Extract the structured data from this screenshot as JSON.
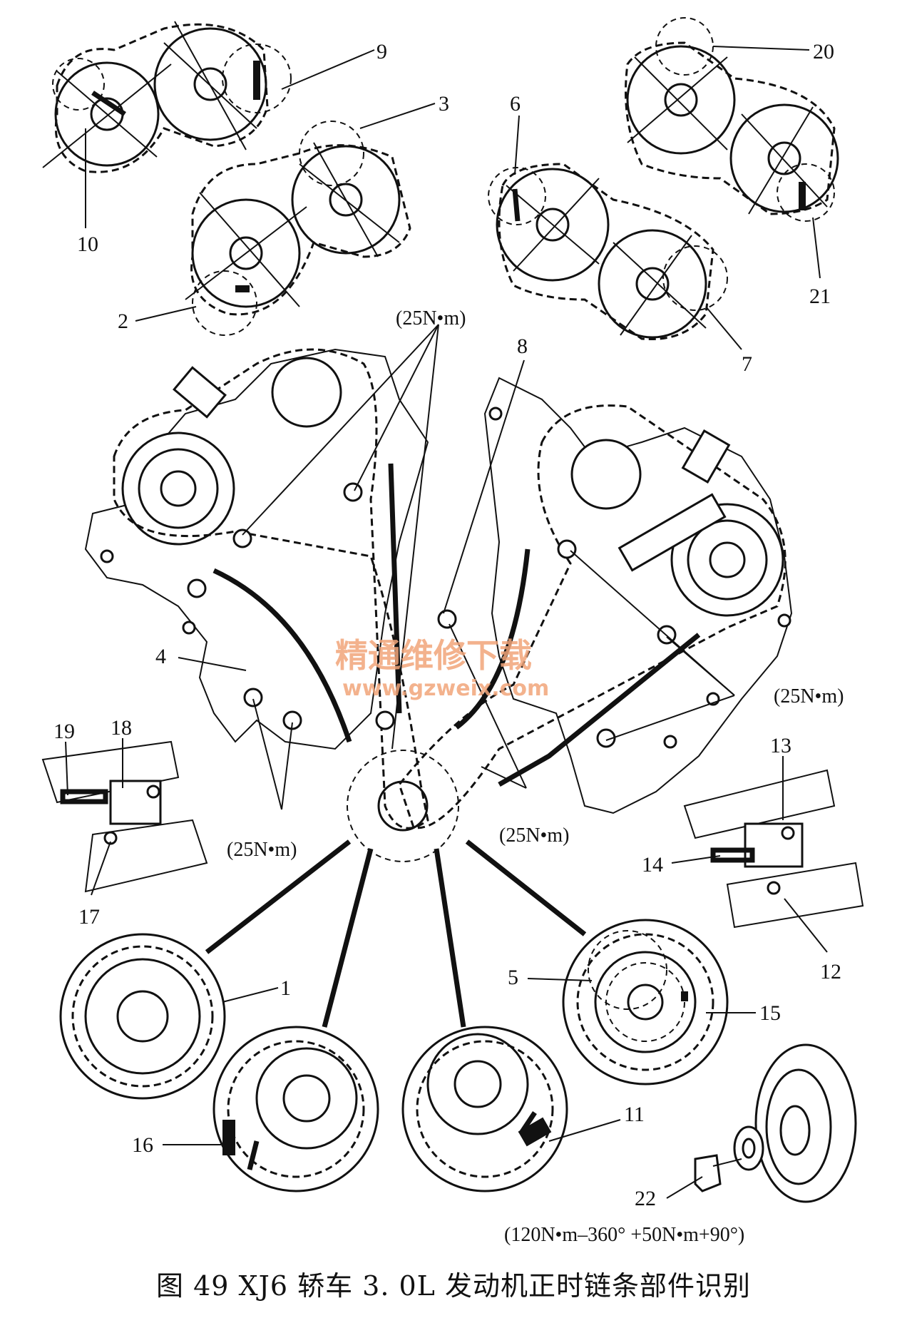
{
  "caption": "图 49    XJ6 轿车 3. 0L 发动机正时链条部件识别",
  "watermark": {
    "line1": "精通维修下载",
    "line2": "www.gzweix.com",
    "color": "#f2a57a"
  },
  "torque": {
    "upper": "(25N•m)",
    "right": "(25N•m)",
    "lower_left": "(25N•m)",
    "lower_center": "(25N•m)",
    "bolt": "(120N•m–360° +50N•m+90°)"
  },
  "labels": {
    "n1": "1",
    "n2": "2",
    "n3": "3",
    "n4": "4",
    "n5": "5",
    "n6": "6",
    "n7": "7",
    "n8": "8",
    "n9": "9",
    "n10": "10",
    "n11": "11",
    "n12": "12",
    "n13": "13",
    "n14": "14",
    "n15": "15",
    "n16": "16",
    "n17": "17",
    "n18": "18",
    "n19": "19",
    "n20": "20",
    "n21": "21",
    "n22": "22"
  }
}
